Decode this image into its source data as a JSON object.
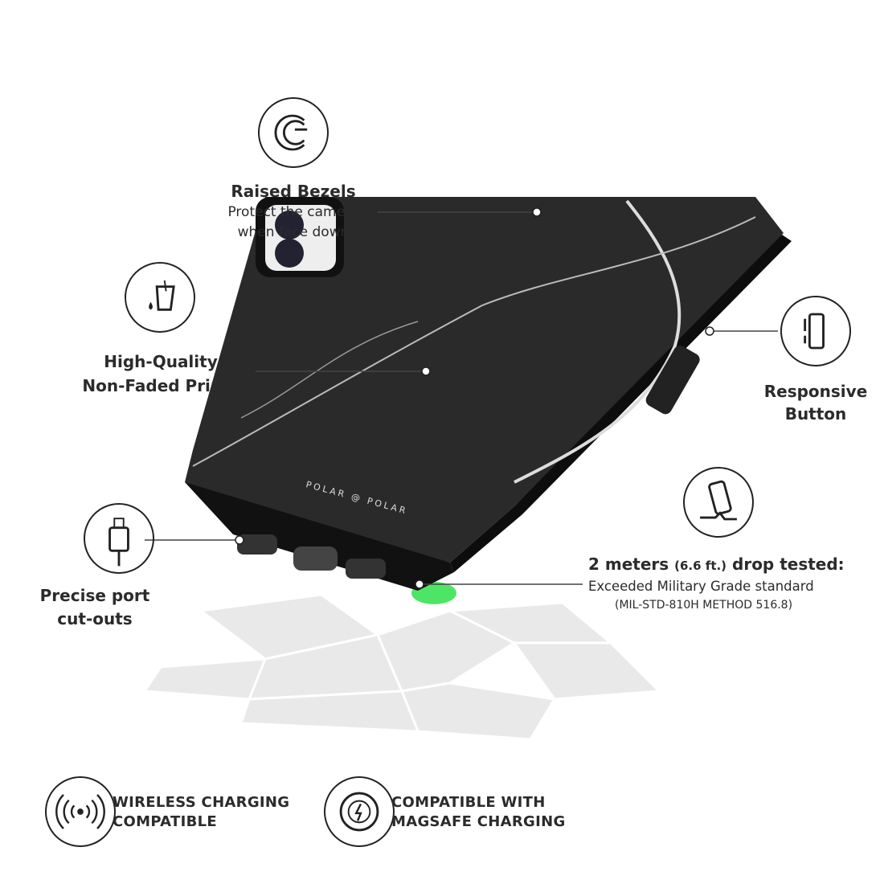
{
  "features": {
    "raised_bezels": {
      "title": "Raised Bezels",
      "line1": "Protect the camera",
      "line2": "when face down"
    },
    "prints": {
      "title_line1": "High-Quality",
      "title_line2": "Non-Faded Prints"
    },
    "button": {
      "title_line1": "Responsive",
      "title_line2": "Button"
    },
    "drop": {
      "title_main": "2 meters ",
      "title_small": "(6.6 ft.)",
      "title_end": " drop tested:",
      "line1": "Exceeded Military Grade standard",
      "line2": "(MIL-STD-810H METHOD 516.8)"
    },
    "ports": {
      "title_line1": "Precise port",
      "title_line2": "cut-outs"
    }
  },
  "bottom": {
    "wireless": {
      "line1": "WIRELESS CHARGING",
      "line2": "COMPATIBLE"
    },
    "magsafe": {
      "line1": "COMPATIBLE WITH",
      "line2": "MAGSAFE CHARGING"
    }
  },
  "brand": "POLAR @ POLAR",
  "colors": {
    "text": "#2b2b2b",
    "case": "#1c1c1c",
    "glow": "#2ee04a"
  }
}
